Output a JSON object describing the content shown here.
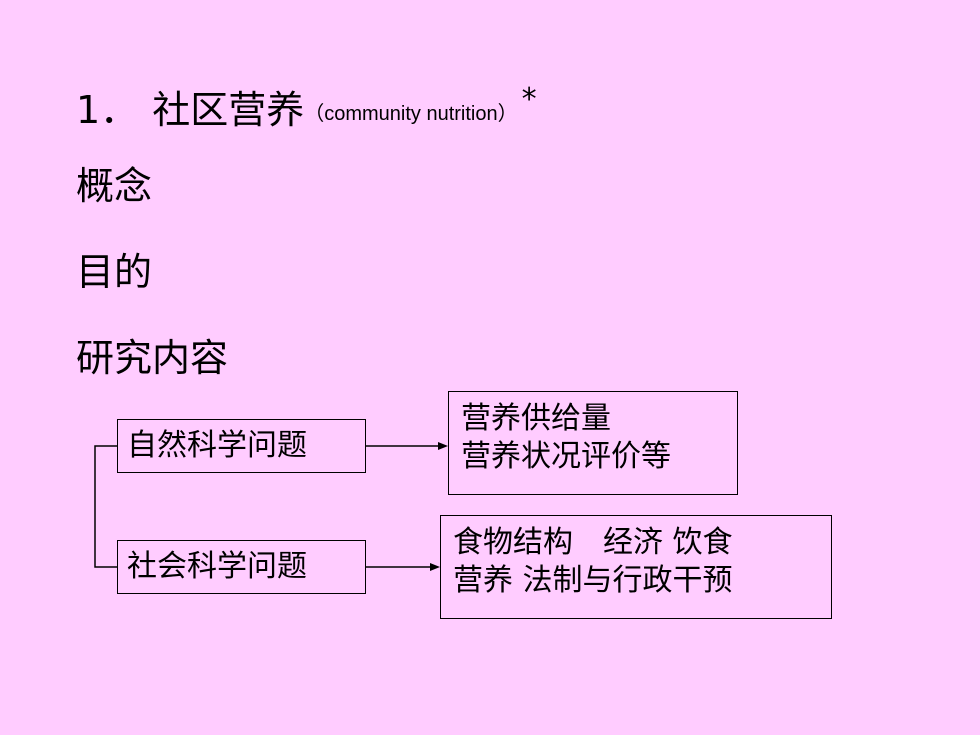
{
  "title": {
    "number": "1．",
    "main": "社区营养",
    "paren": "（community nutrition）",
    "star": "*"
  },
  "items": [
    "概念",
    "目的",
    "研究内容"
  ],
  "diagram": {
    "natural": "自然科学问题",
    "social": "社会科学问题",
    "natural_outcome": [
      "营养供给量",
      "营养状况评价等"
    ],
    "social_outcome": [
      "食物结构　经济 饮食",
      "营养 法制与行政干预"
    ]
  }
}
